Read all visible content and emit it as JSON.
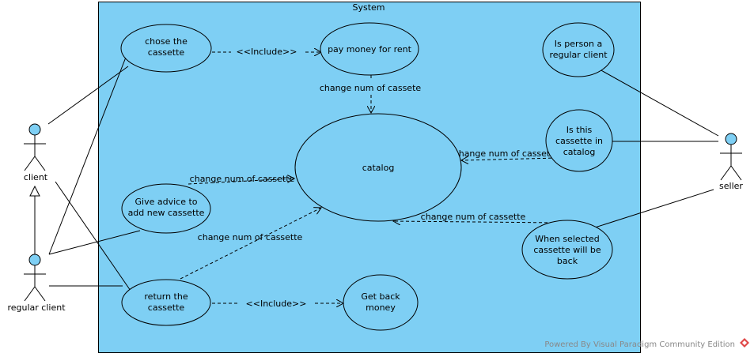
{
  "system": {
    "title": "System"
  },
  "colors": {
    "fill": "#7ecff4",
    "line": "#000000",
    "watermark_icon": "#e04848"
  },
  "actors": {
    "client": "client",
    "regular_client": "regular client",
    "seller": "seller"
  },
  "use_cases": {
    "chose": [
      "chose the",
      "cassette"
    ],
    "pay": [
      "pay money for rent"
    ],
    "catalog": [
      "catalog"
    ],
    "advice": [
      "Give advice to",
      "add new cassette"
    ],
    "return": [
      "return the",
      "cassette"
    ],
    "getback": [
      "Get back",
      "money"
    ],
    "regular": [
      "Is person a",
      "regular client"
    ],
    "isin": [
      "Is this",
      "cassette in",
      "catalog"
    ],
    "when": [
      "When selected",
      "cassette will be",
      "back"
    ]
  },
  "labels": {
    "include_1": "<<Include>>",
    "include_2": "<<Include>>",
    "pay_to_catalog": "change num of cassete",
    "advice_to_catalog": "change num of cassette",
    "return_to_catalog": "change num of cassette",
    "isin_to_catalog": "change num of cassette",
    "when_to_catalog": "change num of cassette"
  },
  "watermark": "Powered By Visual Paradigm Community Edition"
}
